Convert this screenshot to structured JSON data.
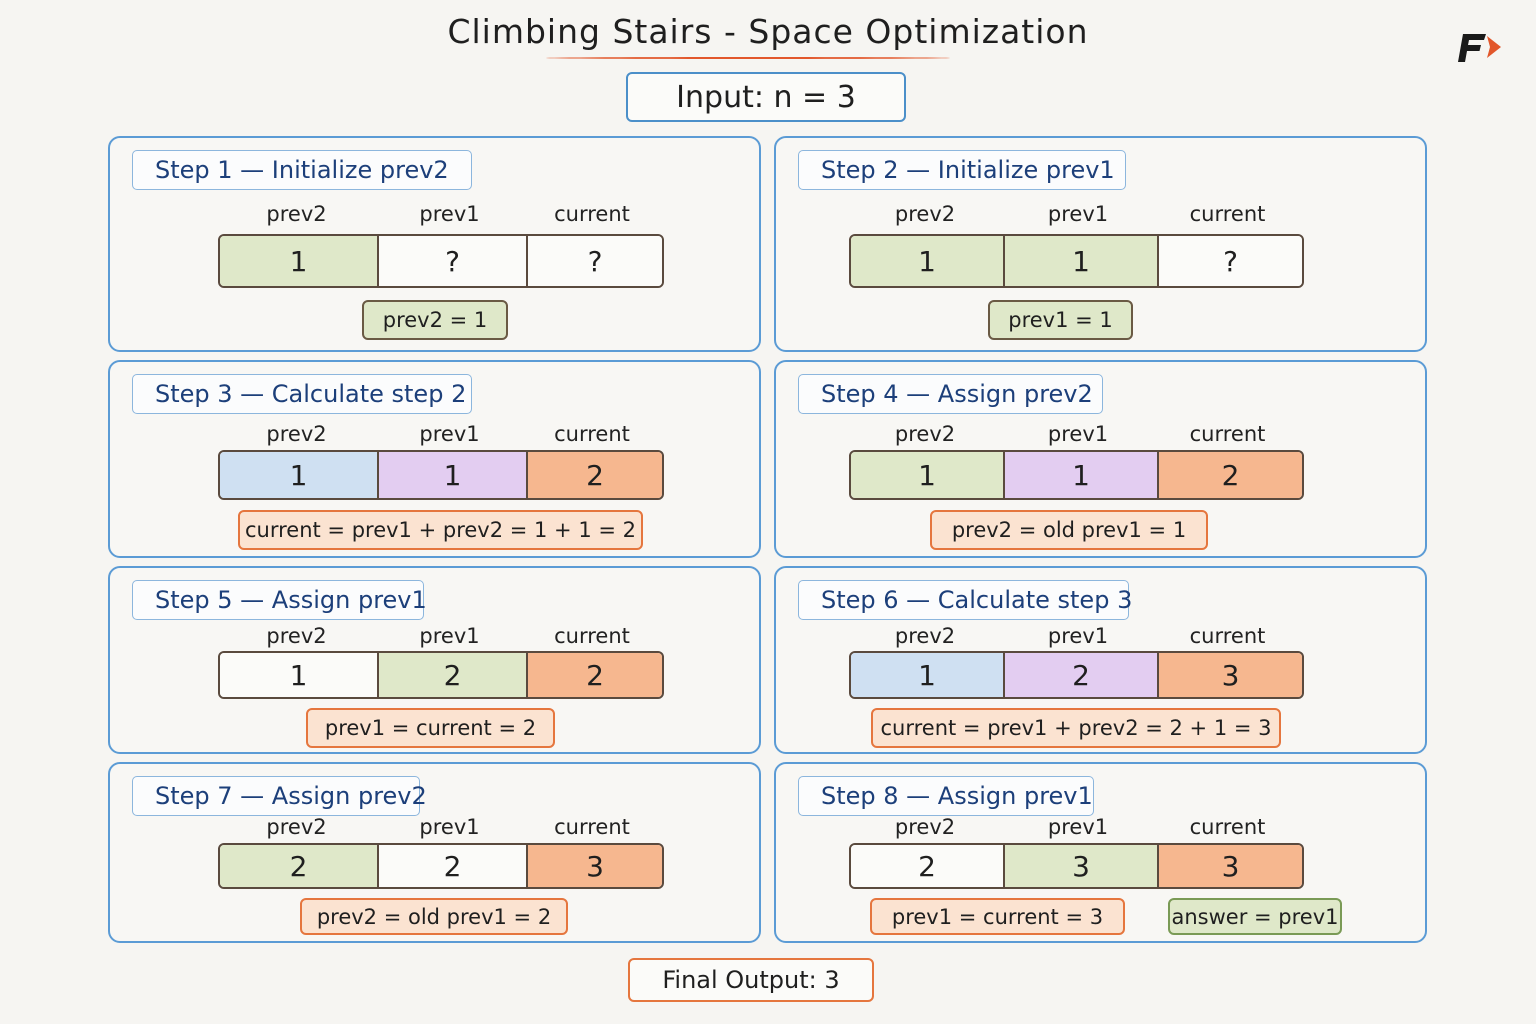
{
  "title": "Climbing Stairs - Space Optimization",
  "input": "Input: n = 3",
  "var_labels": [
    "prev2",
    "prev1",
    "current"
  ],
  "steps": [
    {
      "title": "Step 1 — Initialize prev2",
      "values": [
        "1",
        "?",
        "?"
      ],
      "colors": [
        "green",
        "white",
        "white"
      ],
      "notes": [
        "prev2 = 1"
      ]
    },
    {
      "title": "Step 2 — Initialize prev1",
      "values": [
        "1",
        "1",
        "?"
      ],
      "colors": [
        "green",
        "green",
        "white"
      ],
      "notes": [
        "prev1 = 1"
      ]
    },
    {
      "title": "Step 3 — Calculate step 2",
      "values": [
        "1",
        "1",
        "2"
      ],
      "colors": [
        "blue",
        "purple",
        "orange"
      ],
      "notes": [
        "current = prev1 + prev2 = 1 + 1 = 2"
      ]
    },
    {
      "title": "Step 4 — Assign prev2",
      "values": [
        "1",
        "1",
        "2"
      ],
      "colors": [
        "green",
        "purple",
        "orange"
      ],
      "notes": [
        "prev2 = old prev1 = 1"
      ]
    },
    {
      "title": "Step 5 — Assign prev1",
      "values": [
        "1",
        "2",
        "2"
      ],
      "colors": [
        "white",
        "green",
        "orange"
      ],
      "notes": [
        "prev1 = current = 2"
      ]
    },
    {
      "title": "Step 6 — Calculate step 3",
      "values": [
        "1",
        "2",
        "3"
      ],
      "colors": [
        "blue",
        "purple",
        "orange"
      ],
      "notes": [
        "current = prev1 + prev2 = 2 + 1 = 3"
      ]
    },
    {
      "title": "Step 7 — Assign prev2",
      "values": [
        "2",
        "2",
        "3"
      ],
      "colors": [
        "green",
        "white",
        "orange"
      ],
      "notes": [
        "prev2 = old prev1 = 2"
      ]
    },
    {
      "title": "Step 8 — Assign prev1",
      "values": [
        "2",
        "3",
        "3"
      ],
      "colors": [
        "white",
        "green",
        "orange"
      ],
      "notes": [
        "prev1 = current = 3",
        "answer = prev1"
      ]
    }
  ],
  "final_output": "Final Output: 3",
  "colors": {
    "green": "#dfe8c9",
    "white": "#fbfbf9",
    "blue": "#cfe0f2",
    "purple": "#e3cdf1",
    "orange": "#f6b78f",
    "panel_border": "#5b9bd5",
    "accent": "#e2572b"
  },
  "logo_icon": "brand-logo-icon"
}
